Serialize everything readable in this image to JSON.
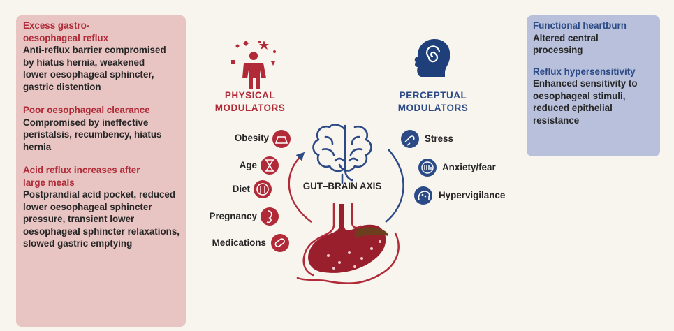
{
  "left_panel": {
    "sections": [
      {
        "title": "Excess gastro-\noesophageal reflux",
        "body": "Anti-reflux barrier compromised by hiatus hernia, weakened lower oesophageal sphincter, gastric distention"
      },
      {
        "title": "Poor oesophageal clearance",
        "body": "Compromised by ineffective peristalsis, recumbency, hiatus hernia"
      },
      {
        "title": "Acid reflux increases after large meals",
        "body": "Postprandial acid pocket, reduced lower oesophageal sphincter pressure, transient lower oesophageal sphincter relaxations, slowed gastric emptying"
      }
    ]
  },
  "right_panel": {
    "sections": [
      {
        "title": "Functional heartburn",
        "body": "Altered central processing"
      },
      {
        "title": "Reflux hypersensitivity",
        "body": "Enhanced sensitivity to oesophageal stimuli, reduced epithelial resistance"
      }
    ]
  },
  "physical": {
    "heading": "PHYSICAL MODULATORS",
    "items": [
      "Obesity",
      "Age",
      "Diet",
      "Pregnancy",
      "Medications"
    ]
  },
  "perceptual": {
    "heading": "PERCEPTUAL MODULATORS",
    "items": [
      "Stress",
      "Anxiety/fear",
      "Hypervigilance"
    ]
  },
  "center_label": "GUT–BRAIN AXIS",
  "colors": {
    "red_panel": "#e8c4c2",
    "blue_panel": "#b8c0dc",
    "accent_red": "#b02a37",
    "accent_blue": "#2b4a86"
  }
}
